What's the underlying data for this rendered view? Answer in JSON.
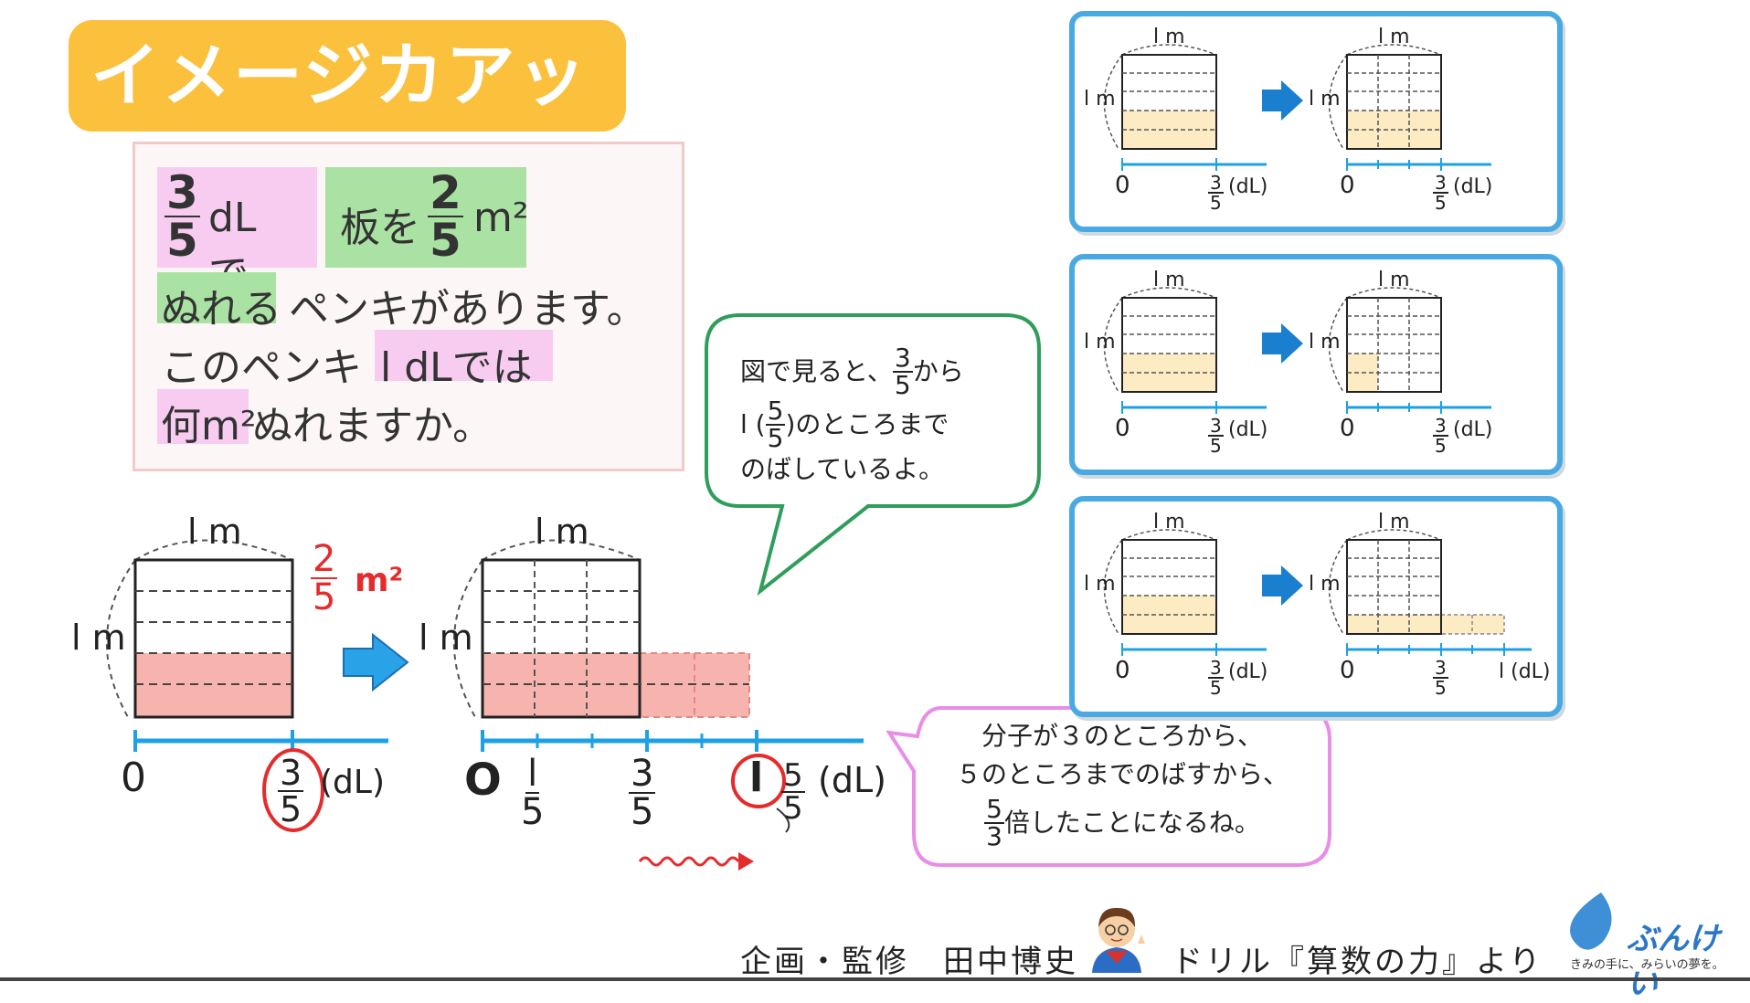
{
  "title": "イメージカアップ",
  "problem": {
    "line1_frac_num": "3",
    "line1_frac_den": "5",
    "line1_a": "dLで、",
    "line1_b": "板を",
    "line1_frac2_num": "2",
    "line1_frac2_den": "5",
    "line1_unit": "m²",
    "line2_hl": "ぬれる",
    "line2_rest": "ペンキがあります。",
    "line3_a": "このペンキ",
    "line3_hl": "l dLでは",
    "line4_hl": "何m²",
    "line4_rest": "ぬれますか。"
  },
  "bubble1": {
    "line1": "図で見ると、",
    "line1_num": "3",
    "line1_den": "5",
    "line1_end": "から",
    "line2_pre": "l (",
    "line2_num": "5",
    "line2_den": "5",
    "line2_end": ")のところまで",
    "line3": "のばしているよ。"
  },
  "bubble2": {
    "line1": "分子が３のところから、",
    "line2": "５のところまでのばすから、",
    "line3_num": "5",
    "line3_den": "3",
    "line3_end": "倍したことになるね。"
  },
  "diagram": {
    "side_label": "l m",
    "top_label": "l m",
    "zero": "0",
    "unit": "(dL)",
    "area_num": "2",
    "area_den": "5",
    "area_unit": "m²",
    "frac35_num": "3",
    "frac35_den": "5",
    "frac15_num": "l",
    "frac15_den": "5",
    "frac55_num": "5",
    "frac55_den": "5",
    "one": "l",
    "big_zero": "O"
  },
  "panels": {
    "zero": "0",
    "frac_num": "3",
    "frac_den": "5",
    "unit": "(dL)",
    "one_unit": "l (dL)",
    "m_label": "l m"
  },
  "footer": {
    "credit": "企画・監修　田中博史",
    "source": "ドリル『算数の力』より"
  },
  "brand": {
    "name": "ぶんけい",
    "tagline": "きみの手に、みらいの夢を。"
  },
  "colors": {
    "accent_orange": "#fbc03c",
    "axis_blue": "#1ea0e6",
    "fill_red": "#f7b3ae",
    "fill_beige": "#fdebc4",
    "circle_red": "#e52b2b",
    "bubble_green": "#2e9e5a",
    "bubble_pink": "#e88de8"
  }
}
